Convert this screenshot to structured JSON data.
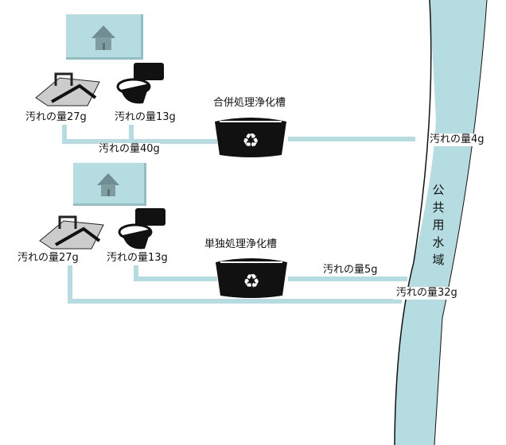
{
  "colors": {
    "water": "#b5dce0",
    "pipe": "#b5dce0"
  },
  "combined": {
    "kitchen_label": "汚れの量27g",
    "toilet_label": "汚れの量13g",
    "tank_label": "合併処理浄化槽",
    "inflow_label": "汚れの量40g",
    "outflow_label": "汚れの量4g"
  },
  "single": {
    "kitchen_label": "汚れの量27g",
    "toilet_label": "汚れの量13g",
    "tank_label": "単独処理浄化槽",
    "tank_outflow_label": "汚れの量5g",
    "direct_outflow_label": "汚れの量32g"
  },
  "water_body": {
    "label": [
      "公",
      "共",
      "用",
      "水",
      "域"
    ]
  }
}
